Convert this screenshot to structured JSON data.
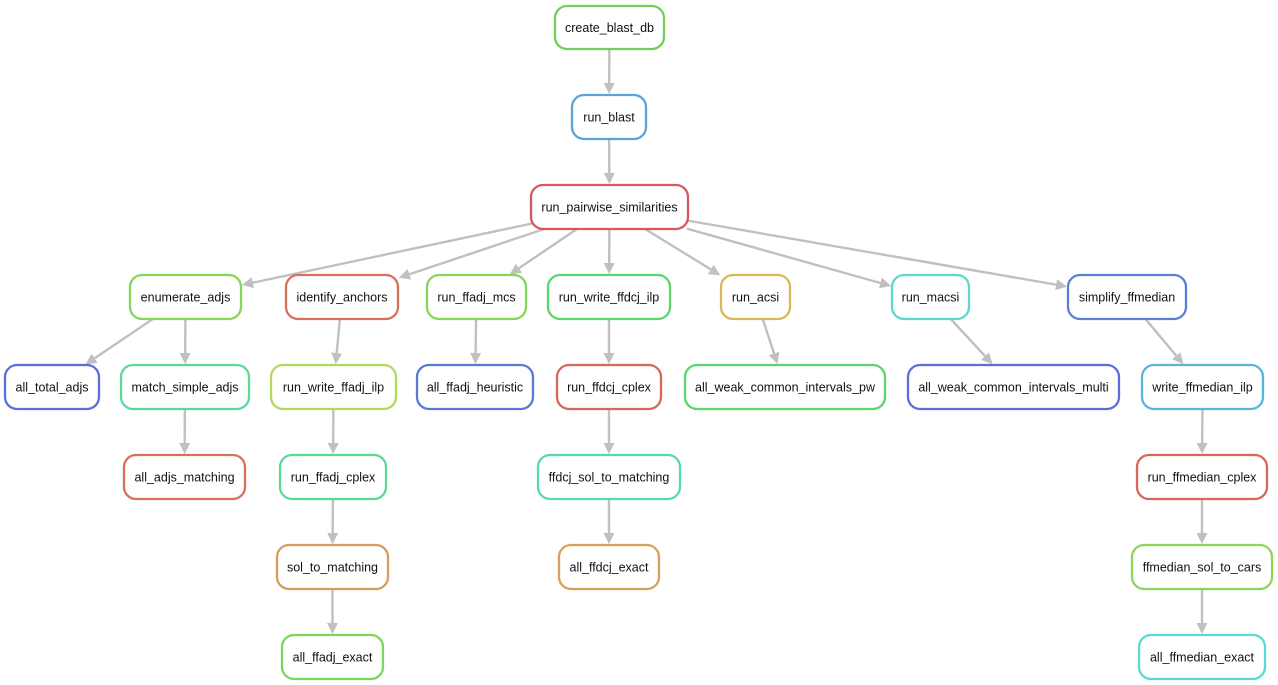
{
  "nodes": [
    {
      "id": "create_blast_db",
      "label": "create_blast_db",
      "color": "#6fcf5a"
    },
    {
      "id": "run_blast",
      "label": "run_blast",
      "color": "#5ba3d9"
    },
    {
      "id": "run_pairwise_similarities",
      "label": "run_pairwise_similarities",
      "color": "#d9595b"
    },
    {
      "id": "enumerate_adjs",
      "label": "enumerate_adjs",
      "color": "#86d65a"
    },
    {
      "id": "identify_anchors",
      "label": "identify_anchors",
      "color": "#d9705b"
    },
    {
      "id": "run_ffadj_mcs",
      "label": "run_ffadj_mcs",
      "color": "#86d65a"
    },
    {
      "id": "run_write_ffdcj_ilp",
      "label": "run_write_ffdcj_ilp",
      "color": "#5ad66a"
    },
    {
      "id": "run_acsi",
      "label": "run_acsi",
      "color": "#d9b85b"
    },
    {
      "id": "run_macsi",
      "label": "run_macsi",
      "color": "#5bd9cf"
    },
    {
      "id": "simplify_ffmedian",
      "label": "simplify_ffmedian",
      "color": "#5b7fd9"
    },
    {
      "id": "all_total_adjs",
      "label": "all_total_adjs",
      "color": "#5b6ed9"
    },
    {
      "id": "match_simple_adjs",
      "label": "match_simple_adjs",
      "color": "#5bd99c"
    },
    {
      "id": "run_write_ffadj_ilp",
      "label": "run_write_ffadj_ilp",
      "color": "#b2d95b"
    },
    {
      "id": "all_ffadj_heuristic",
      "label": "all_ffadj_heuristic",
      "color": "#5b78d9"
    },
    {
      "id": "run_ffdcj_cplex",
      "label": "run_ffdcj_cplex",
      "color": "#d9665b"
    },
    {
      "id": "all_weak_common_intervals_pw",
      "label": "all_weak_common_intervals_pw",
      "color": "#5ad66a"
    },
    {
      "id": "all_weak_common_intervals_multi",
      "label": "all_weak_common_intervals_multi",
      "color": "#5b6ed9"
    },
    {
      "id": "write_ffmedian_ilp",
      "label": "write_ffmedian_ilp",
      "color": "#5bb4d9"
    },
    {
      "id": "all_adjs_matching",
      "label": "all_adjs_matching",
      "color": "#d9705b"
    },
    {
      "id": "run_ffadj_cplex",
      "label": "run_ffadj_cplex",
      "color": "#5bd99a"
    },
    {
      "id": "ffdcj_sol_to_matching",
      "label": "ffdcj_sol_to_matching",
      "color": "#5bd9a6"
    },
    {
      "id": "run_ffmedian_cplex",
      "label": "run_ffmedian_cplex",
      "color": "#d9665b"
    },
    {
      "id": "sol_to_matching",
      "label": "sol_to_matching",
      "color": "#d99b5b"
    },
    {
      "id": "all_ffdcj_exact",
      "label": "all_ffdcj_exact",
      "color": "#d9a05b"
    },
    {
      "id": "ffmedian_sol_to_cars",
      "label": "ffmedian_sol_to_cars",
      "color": "#8ed65a"
    },
    {
      "id": "all_ffadj_exact",
      "label": "all_ffadj_exact",
      "color": "#7bd65a"
    },
    {
      "id": "all_ffmedian_exact",
      "label": "all_ffmedian_exact",
      "color": "#5bd9d3"
    }
  ],
  "edges": [
    [
      "create_blast_db",
      "run_blast"
    ],
    [
      "run_blast",
      "run_pairwise_similarities"
    ],
    [
      "run_pairwise_similarities",
      "enumerate_adjs"
    ],
    [
      "run_pairwise_similarities",
      "identify_anchors"
    ],
    [
      "run_pairwise_similarities",
      "run_ffadj_mcs"
    ],
    [
      "run_pairwise_similarities",
      "run_write_ffdcj_ilp"
    ],
    [
      "run_pairwise_similarities",
      "run_acsi"
    ],
    [
      "run_pairwise_similarities",
      "run_macsi"
    ],
    [
      "run_pairwise_similarities",
      "simplify_ffmedian"
    ],
    [
      "enumerate_adjs",
      "all_total_adjs"
    ],
    [
      "enumerate_adjs",
      "match_simple_adjs"
    ],
    [
      "match_simple_adjs",
      "all_adjs_matching"
    ],
    [
      "identify_anchors",
      "run_write_ffadj_ilp"
    ],
    [
      "run_write_ffadj_ilp",
      "run_ffadj_cplex"
    ],
    [
      "run_ffadj_cplex",
      "sol_to_matching"
    ],
    [
      "sol_to_matching",
      "all_ffadj_exact"
    ],
    [
      "run_ffadj_mcs",
      "all_ffadj_heuristic"
    ],
    [
      "run_write_ffdcj_ilp",
      "run_ffdcj_cplex"
    ],
    [
      "run_ffdcj_cplex",
      "ffdcj_sol_to_matching"
    ],
    [
      "ffdcj_sol_to_matching",
      "all_ffdcj_exact"
    ],
    [
      "run_acsi",
      "all_weak_common_intervals_pw"
    ],
    [
      "run_macsi",
      "all_weak_common_intervals_multi"
    ],
    [
      "simplify_ffmedian",
      "write_ffmedian_ilp"
    ],
    [
      "write_ffmedian_ilp",
      "run_ffmedian_cplex"
    ],
    [
      "run_ffmedian_cplex",
      "ffmedian_sol_to_cars"
    ],
    [
      "ffmedian_sol_to_cars",
      "all_ffmedian_exact"
    ]
  ],
  "style": {
    "edge_color": "#c0c0c0",
    "background": "#ffffff"
  }
}
